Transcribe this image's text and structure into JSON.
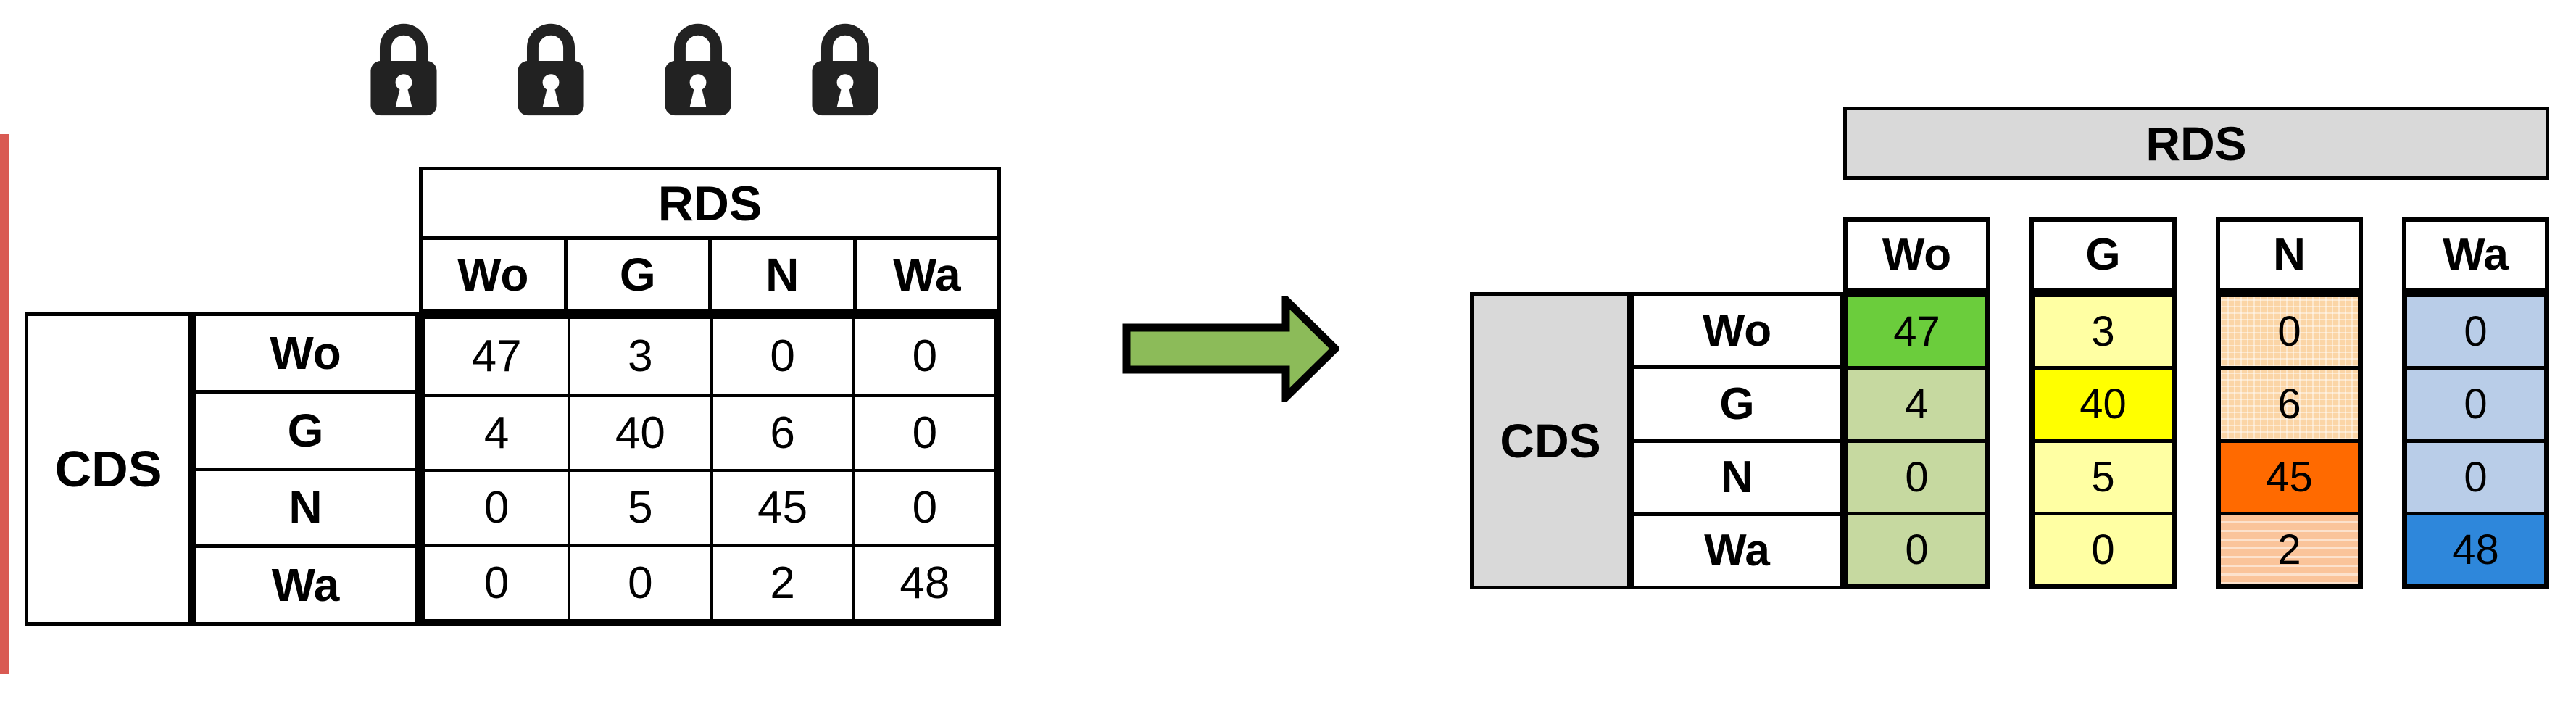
{
  "left_panel": {
    "lock_count": 4,
    "lock_color": "#222222",
    "cut_line_color": "#D95A53",
    "table": {
      "col_group": "RDS",
      "row_group": "CDS",
      "col_headers": [
        "Wo",
        "G",
        "N",
        "Wa"
      ],
      "row_headers": [
        "Wo",
        "G",
        "N",
        "Wa"
      ],
      "rows": [
        [
          "47",
          "3",
          "0",
          "0"
        ],
        [
          "4",
          "40",
          "6",
          "0"
        ],
        [
          "0",
          "5",
          "45",
          "0"
        ],
        [
          "0",
          "0",
          "2",
          "48"
        ]
      ]
    }
  },
  "arrow": {
    "direction": "right",
    "fill": "#8CBB59",
    "outline": "#000000"
  },
  "right_panel": {
    "table": {
      "col_group": "RDS",
      "row_group": "CDS",
      "group_header_bg": "#D9D9D9",
      "col_headers": [
        "Wo",
        "G",
        "N",
        "Wa"
      ],
      "row_headers": [
        "Wo",
        "G",
        "N",
        "Wa"
      ],
      "rows": [
        [
          "47",
          "3",
          "0",
          "0"
        ],
        [
          "4",
          "40",
          "6",
          "0"
        ],
        [
          "0",
          "5",
          "45",
          "0"
        ],
        [
          "0",
          "0",
          "2",
          "48"
        ]
      ],
      "cell_colors": [
        [
          "#6BCD3C",
          "#FFFFA3",
          "#FBD5A6",
          "#B9CDE8"
        ],
        [
          "#C6D9A0",
          "#FFFF00",
          "#FBD5A6",
          "#B9CDE8"
        ],
        [
          "#C6D9A0",
          "#FFFFA3",
          "#FF6A00",
          "#B9CDE8"
        ],
        [
          "#C6D9A0",
          "#FFFFA3",
          "#FAC49A",
          "#2E87DB"
        ]
      ]
    }
  }
}
